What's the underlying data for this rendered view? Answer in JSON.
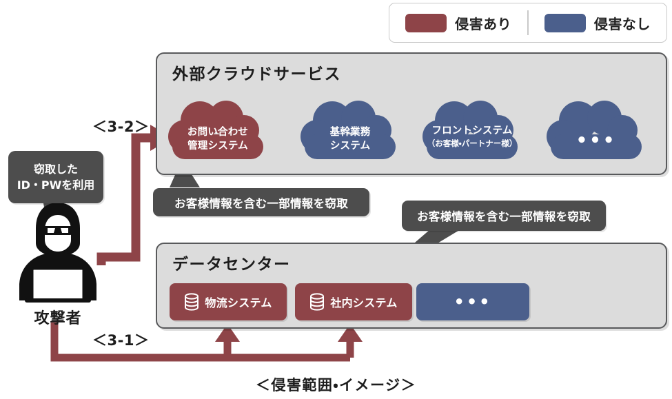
{
  "legend": {
    "items": [
      {
        "label": "侵害あり",
        "color": "#8e4448",
        "swatch_name": "breached"
      },
      {
        "label": "侵害なし",
        "color": "#4b5f8c",
        "swatch_name": "not-breached"
      }
    ]
  },
  "cloud_panel": {
    "title": "外部クラウドサービス",
    "nodes": [
      {
        "label_line1": "お問い合わせ",
        "label_line2": "管理システム",
        "sub": "",
        "dots": "",
        "color": "#8e4448",
        "status": "侵害あり"
      },
      {
        "label_line1": "基幹業務",
        "label_line2": "システム",
        "sub": "",
        "dots": "",
        "color": "#4b5f8c",
        "status": "侵害なし"
      },
      {
        "label_line1": "フロントシステム",
        "label_line2": "",
        "sub": "（お客様・パートナー様）",
        "dots": "",
        "color": "#4b5f8c",
        "status": "侵害なし"
      },
      {
        "label_line1": "",
        "label_line2": "",
        "sub": "",
        "dots": "•••",
        "color": "#4b5f8c",
        "status": "侵害なし"
      }
    ]
  },
  "datacenter_panel": {
    "title": "データセンター",
    "nodes": [
      {
        "label": "物流システム",
        "icon": "database-icon",
        "dots": "",
        "color": "#8e4448",
        "status": "侵害あり"
      },
      {
        "label": "社内システム",
        "icon": "database-icon",
        "dots": "",
        "color": "#8e4448",
        "status": "侵害あり"
      },
      {
        "label": "",
        "icon": "",
        "dots": "•••",
        "color": "#4b5f8c",
        "status": "侵害なし"
      }
    ]
  },
  "callouts": {
    "cloud": "お客様情報を含む一部情報を窃取",
    "datacenter": "お客様情報を含む一部情報を窃取"
  },
  "attacker": {
    "speech_line1": "窃取した",
    "speech_line2": "ID・PWを利用",
    "label": "攻撃者"
  },
  "steps": {
    "step_3_2": "＜3-2＞",
    "step_3_1": "＜3-1＞"
  },
  "caption": "＜侵害範囲・イメージ＞",
  "colors": {
    "breached_red": "#8e4448",
    "safe_blue": "#4b5f8c",
    "panel_fill": "#dcdcdc",
    "panel_border": "#58595b",
    "callout_gray": "#4d4d4d",
    "text_dark": "#1d1d1d"
  }
}
